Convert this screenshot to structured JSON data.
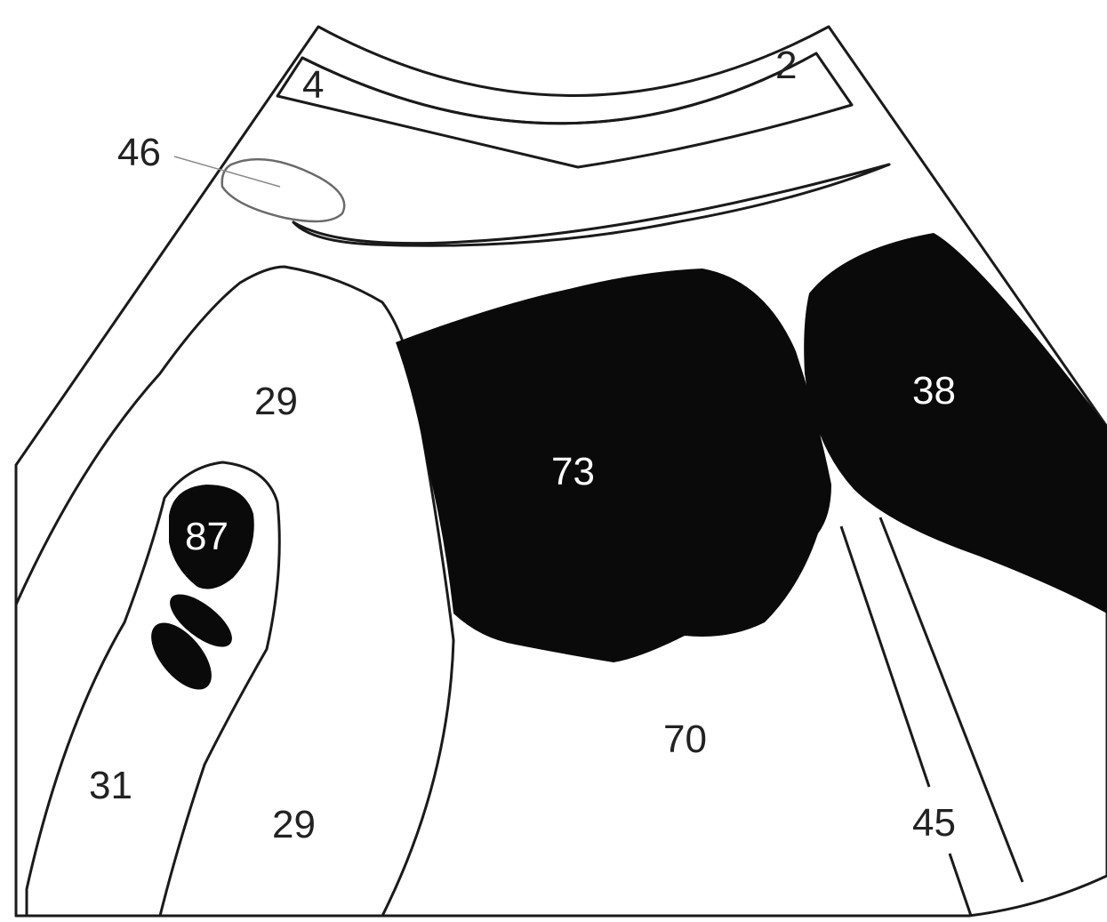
{
  "colors": {
    "background": "#ffffff",
    "outline": "#1a1a1a",
    "light_gray": "#d6d6d6",
    "mid_gray": "#9b9b9b",
    "black": "#0a0a0a",
    "leader_line": "#8a8a8a"
  },
  "labels": {
    "l2": "2",
    "l4": "4",
    "l46": "46",
    "l29_top": "29",
    "l29_bottom": "29",
    "l73": "73",
    "l38": "38",
    "l87": "87",
    "l31": "31",
    "l70": "70",
    "l45": "45"
  }
}
